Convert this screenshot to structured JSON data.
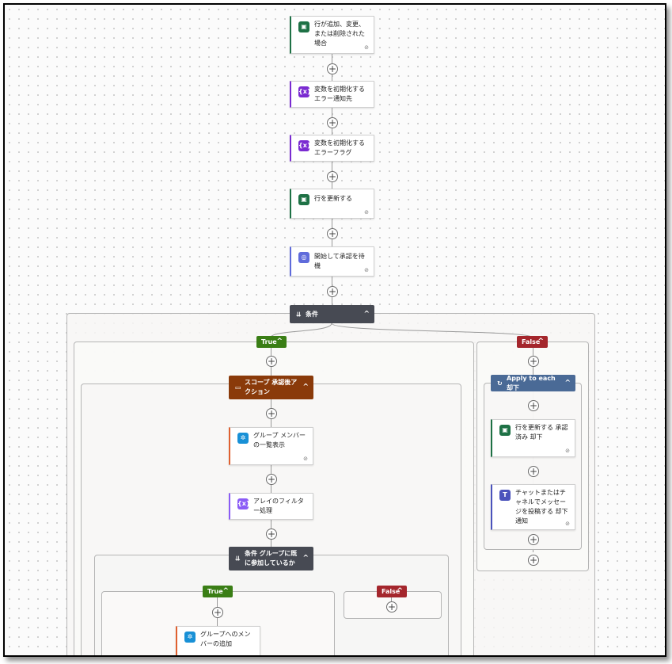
{
  "colors": {
    "excel": "#1e7145",
    "variable": "#7a2bd1",
    "approval": "#5f6bdb",
    "condition": "#474a53",
    "scope": "#8a3a0a",
    "loop": "#4a6a96",
    "true": "#3a7e15",
    "false": "#a4262c",
    "groups": "#1890d6",
    "filter": "#8b5cf6",
    "teams": "#4b53bc"
  },
  "icons": {
    "excel": "excel-icon",
    "variable": "variable-icon",
    "approval": "approval-icon",
    "condition": "condition-icon",
    "scope": "scope-icon",
    "loop": "loop-icon",
    "groups": "office365-groups-icon",
    "filter": "filter-array-icon",
    "teams": "teams-icon",
    "link": "link-icon",
    "chevron": "chevron-up-icon",
    "add": "add-step-icon"
  },
  "steps": {
    "trigger": "行が追加、変更、または削除された場合",
    "init_var1": "変数を初期化する エラー通知先",
    "init_var2": "変数を初期化する エラーフラグ",
    "update_row": "行を更新する",
    "approval": "開始して承認を待機",
    "condition": "条件",
    "true_label": "True",
    "false_label": "False",
    "scope": "スコープ 承認後アクション",
    "list_members": "グループ メンバーの一覧表示",
    "filter_array": "アレイのフィルター処理",
    "condition_group": "条件 グループに既に参加しているか",
    "inner_true_label": "True",
    "inner_false_label": "False",
    "add_member": "グループへのメンバーの追加",
    "apply_each": "Apply to each 却下",
    "update_rejected": "行を更新する 承認済み 却下",
    "post_message": "チャットまたはチャネルでメッセージを投稿する 却下通知"
  }
}
